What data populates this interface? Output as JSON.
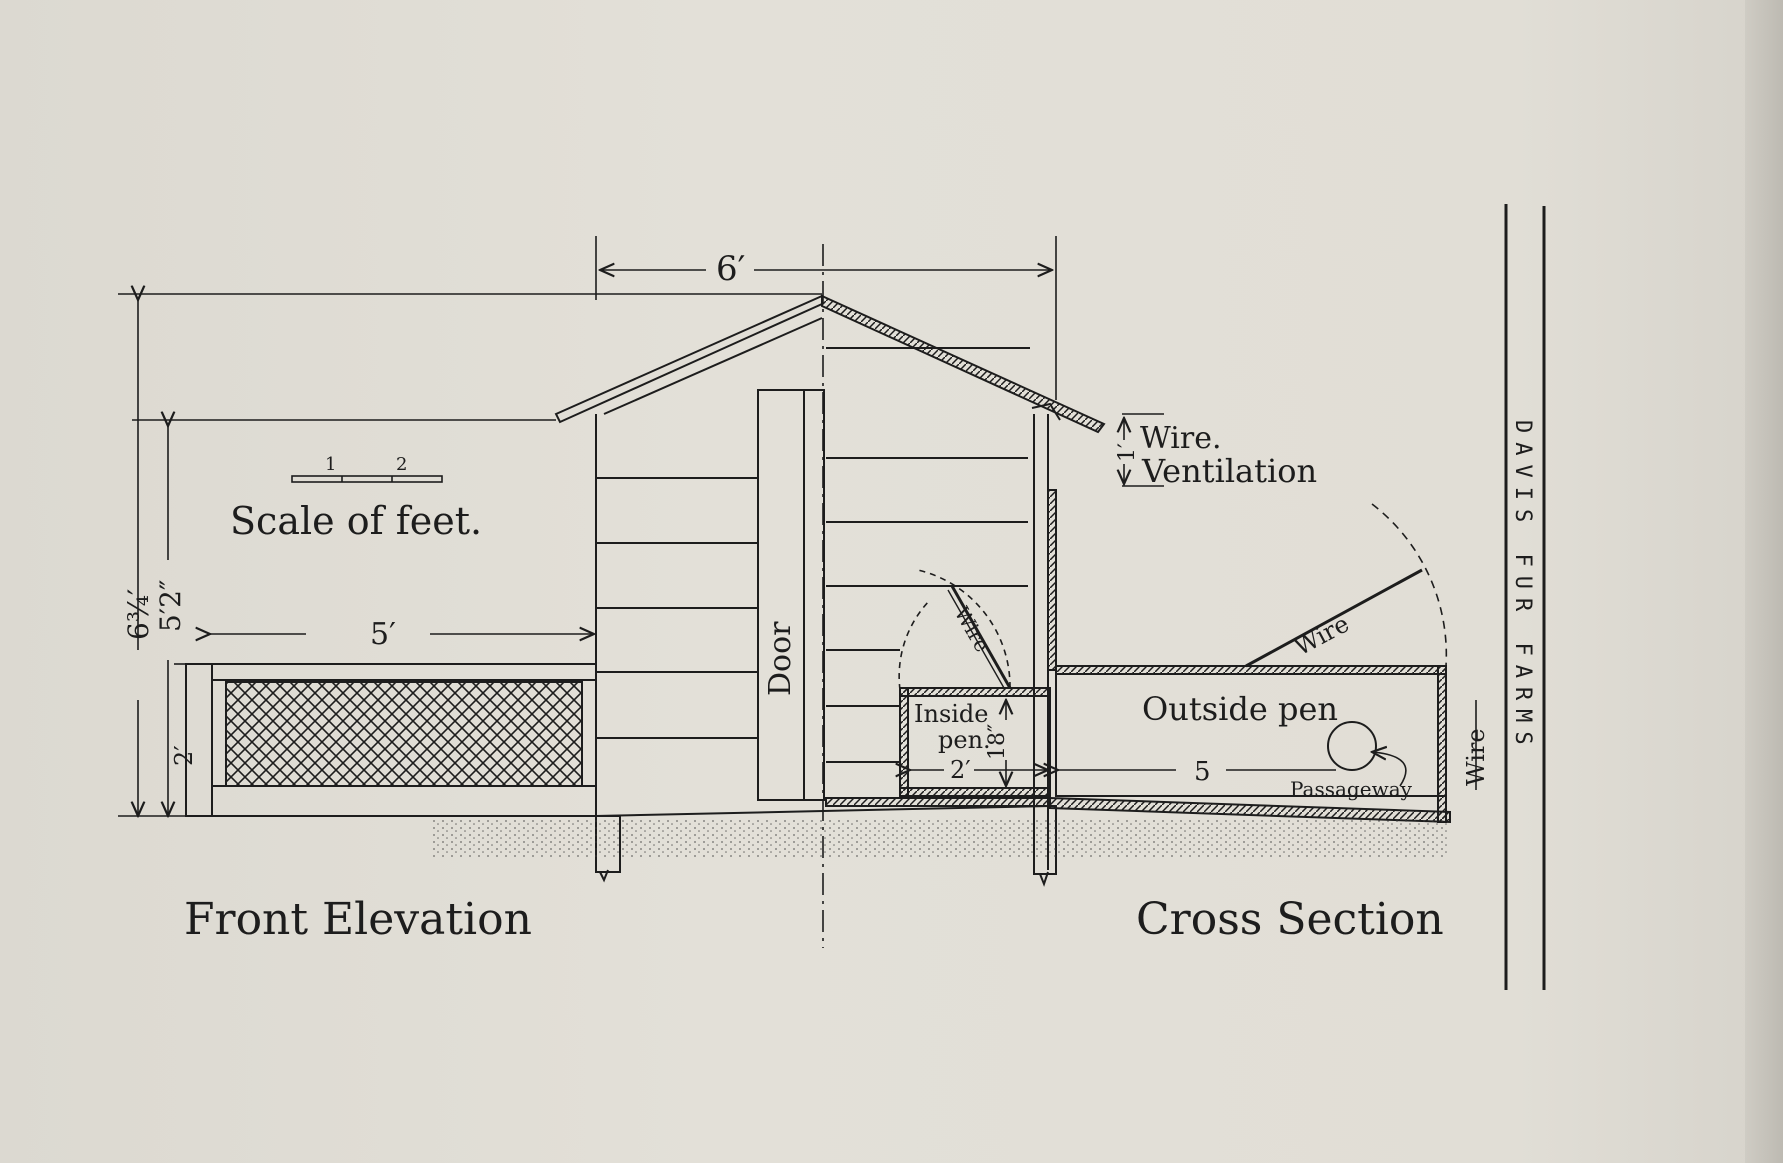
{
  "labels": {
    "width_top": "6′",
    "height_total": "6¾′",
    "height_eave": "5′2″",
    "width_run": "5′",
    "height_pen": "2′",
    "scale_1": "1",
    "scale_2": "2",
    "scale_title": "Scale of feet.",
    "door": "Door",
    "wire_vent_1": "Wire.",
    "wire_vent_2": "Ventilation",
    "vent_dim": "1′",
    "wire_inner": "Wire",
    "wire_outer": "Wire",
    "wire_side": "Wire",
    "inside_pen_1": "Inside",
    "inside_pen_2": "pen.",
    "inside_width": "2′",
    "inside_height": "18″",
    "outside_pen": "Outside pen",
    "outside_width": "5",
    "passageway": "Passageway",
    "front_elevation": "Front Elevation",
    "cross_section": "Cross Section",
    "brand": "DAVIS FUR FARMS"
  },
  "colors": {
    "paper": "#e1ded6",
    "ink": "#1d1d1d"
  }
}
